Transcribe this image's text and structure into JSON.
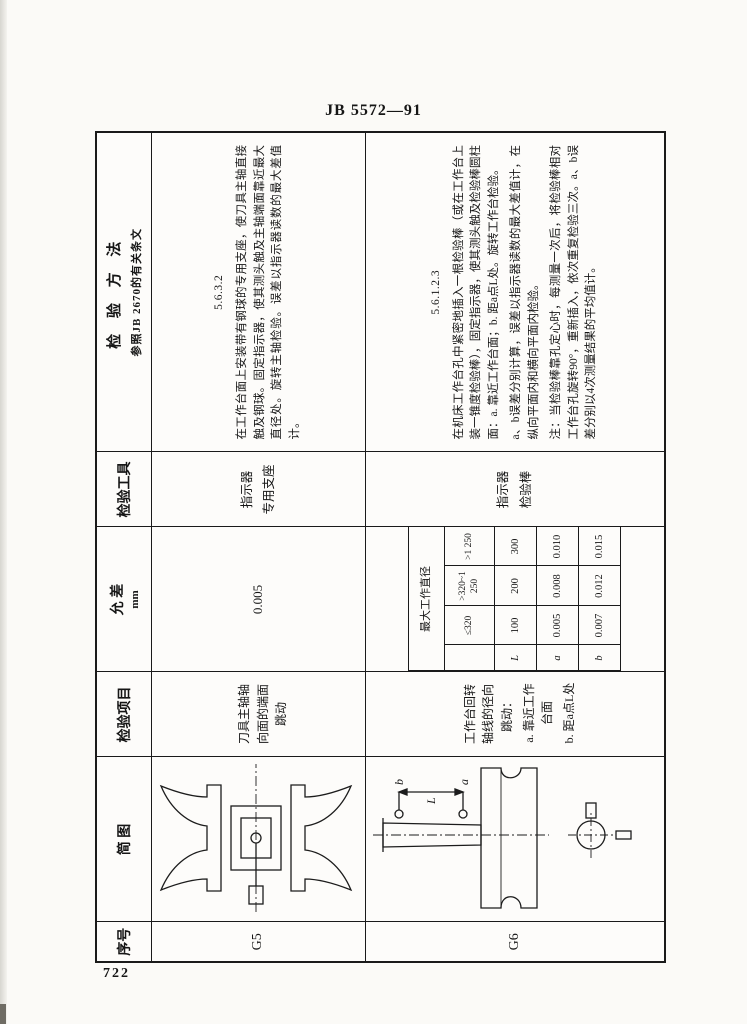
{
  "page": {
    "doc_number": "JB 5572—91",
    "page_number": "722"
  },
  "table": {
    "headers": {
      "serial": "序号",
      "diagram": "简  图",
      "item": "检验项目",
      "tolerance": "允 差",
      "tolerance_unit": "mm",
      "tool": "检验工具",
      "method_title": "检 验 方 法",
      "method_subtitle": "参照JB 2670的有关条文"
    },
    "rows": [
      {
        "serial": "G5",
        "item": "刀具主轴轴向面的端面跳动",
        "tolerance": "0.005",
        "tools": [
          "指示器",
          "专用支座"
        ],
        "method_clause": "5.6.3.2",
        "method_paragraphs": [
          "在工作台面上安装带有钢球的专用支座，使刀具主轴直接触及钢球。固定指示器，使其测头触及主轴端面靠近最大直径处。旋转主轴检验。误差以指示器读数的最大差值计。"
        ]
      },
      {
        "serial": "G6",
        "item": "工作台回转轴线的径向跳动：",
        "item_subitems": [
          "a. 靠近工作台面",
          "b. 距a点L处"
        ],
        "tools": [
          "指示器",
          "检验棒"
        ],
        "method_clause": "5.6.1.2.3",
        "method_paragraphs": [
          "在机床工作台孔中紧密地插入一根检验棒（或在工作台上装一锥度检验棒），固定指示器，使其测头触及检验棒圆柱面：a. 靠近工作台面；b. 距a点L处。旋转工作台检验。",
          "a、b误差分别计算，误差以指示器读数的最大差值计，在纵向平面内和横向平面内检验。",
          "注：当检验棒靠孔定心时，每测量一次后，将检验棒相对工作台孔旋转90°，重新插入，依次重复检验三次。a、b误差分别以4次测量结果的平均值计。"
        ],
        "tolerance_table": {
          "title": "最大工作直径",
          "col_headers": [
            "≤320",
            ">320~1 250",
            ">1 250"
          ],
          "data_rows": [
            {
              "label": "L",
              "values": [
                "100",
                "200",
                "300"
              ]
            },
            {
              "label": "a",
              "values": [
                "0.005",
                "0.008",
                "0.010"
              ]
            },
            {
              "label": "b",
              "values": [
                "0.007",
                "0.012",
                "0.015"
              ]
            }
          ]
        },
        "diagram_labels": {
          "a": "a",
          "b": "b",
          "dim": "L"
        }
      }
    ]
  }
}
